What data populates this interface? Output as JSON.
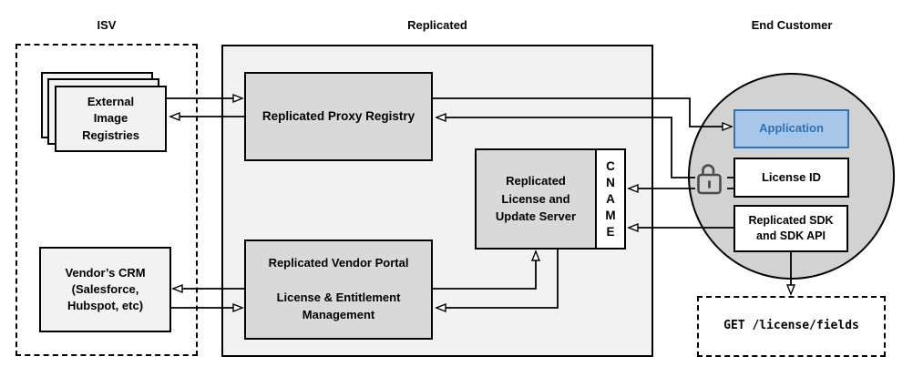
{
  "titles": {
    "isv": "ISV",
    "replicated": "Replicated",
    "end_customer": "End Customer"
  },
  "isv": {
    "registries_label": "External\nImage\nRegistries",
    "crm_label": "Vendor’s CRM\n(Salesforce,\nHubspot, etc)"
  },
  "replicated": {
    "proxy_label": "Replicated Proxy Registry",
    "server_label": "Replicated\nLicense and\nUpdate Server",
    "cname": [
      "C",
      "N",
      "A",
      "M",
      "E"
    ],
    "portal_label": "Replicated Vendor Portal\n\nLicense & Entitlement\nManagement"
  },
  "end_customer": {
    "application_label": "Application",
    "license_label": "License ID",
    "sdk_label": "Replicated SDK\nand SDK API",
    "get_label": "GET /license/fields"
  },
  "icons": {
    "lock": "unlock-icon"
  },
  "colors": {
    "replicated_bg": "#F2F2F2",
    "inner_node_bg": "#D9D9D9",
    "customer_circle_bg": "#D2D2D2",
    "isv_node_bg": "#F2F2F2",
    "application_fill": "#A8C6E8",
    "application_border": "#2E75B6",
    "application_text": "#2E74B5",
    "line": "#000000"
  },
  "edges": [
    {
      "from": "external-image-registries",
      "to": "replicated-proxy-registry"
    },
    {
      "from": "replicated-proxy-registry",
      "to": "external-image-registries"
    },
    {
      "from": "replicated-proxy-registry",
      "to": "application"
    },
    {
      "from": "license-id",
      "to": "replicated-proxy-registry"
    },
    {
      "from": "license-id",
      "to": "cname"
    },
    {
      "from": "replicated-sdk-and-sdk-api",
      "to": "cname"
    },
    {
      "from": "replicated-vendor-portal",
      "to": "vendors-crm"
    },
    {
      "from": "vendors-crm",
      "to": "replicated-vendor-portal"
    },
    {
      "from": "replicated-vendor-portal",
      "to": "replicated-license-and-update-server"
    },
    {
      "from": "replicated-license-and-update-server",
      "to": "replicated-vendor-portal"
    },
    {
      "from": "replicated-sdk-and-sdk-api",
      "to": "get-license-fields"
    }
  ]
}
